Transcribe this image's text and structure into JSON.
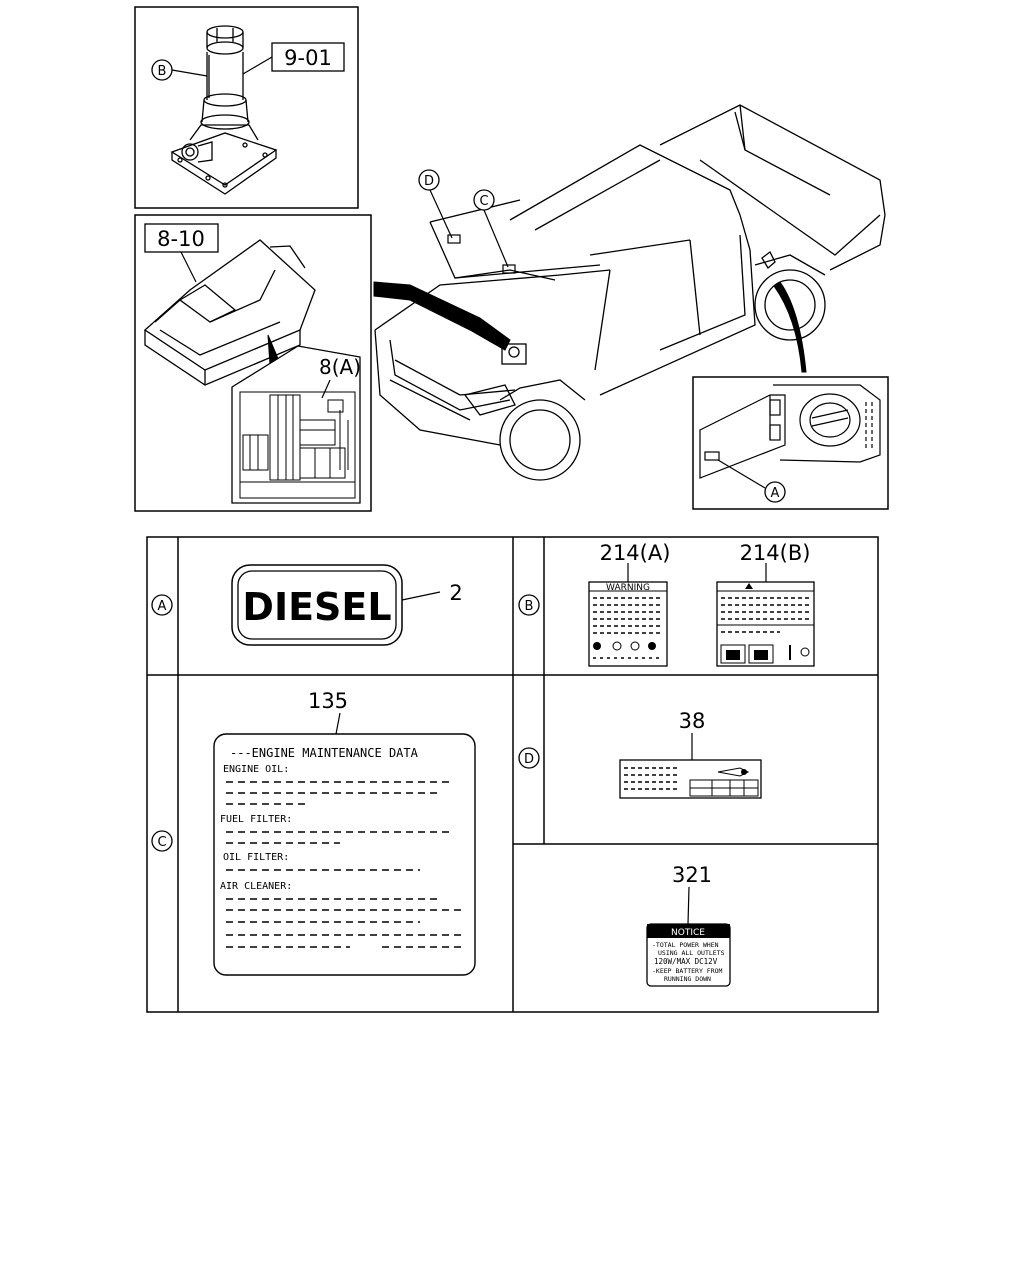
{
  "callouts": {
    "jack_ref": "9-01",
    "fusebox_ref": "8-10",
    "fuse_label_ref": "8(A)",
    "circle_a": "A",
    "circle_b": "B",
    "circle_c": "C",
    "circle_d": "D"
  },
  "table": {
    "row_a": {
      "letter": "A",
      "part_no": "2",
      "decal_text": "DIESEL"
    },
    "row_b": {
      "letter": "B",
      "part_a": "214(A)",
      "part_b": "214(B)",
      "warning_title": "WARNING"
    },
    "row_c": {
      "letter": "C",
      "part_no": "135",
      "title": "---ENGINE MAINTENANCE DATA",
      "engine_oil": "ENGINE OIL:",
      "fuel_filter": "FUEL FILTER:",
      "oil_filter": "OIL FILTER:",
      "air_cleaner": "AIR CLEANER:"
    },
    "row_d": {
      "letter": "D",
      "part_no": "38"
    },
    "notice": {
      "part_no": "321",
      "header": "NOTICE",
      "line1": "-TOTAL POWER WHEN",
      "line2": "USING ALL OUTLETS",
      "line3": "120W/MAX DC12V",
      "line4": "-KEEP BATTERY FROM",
      "line5": "RUNNING DOWN"
    }
  }
}
